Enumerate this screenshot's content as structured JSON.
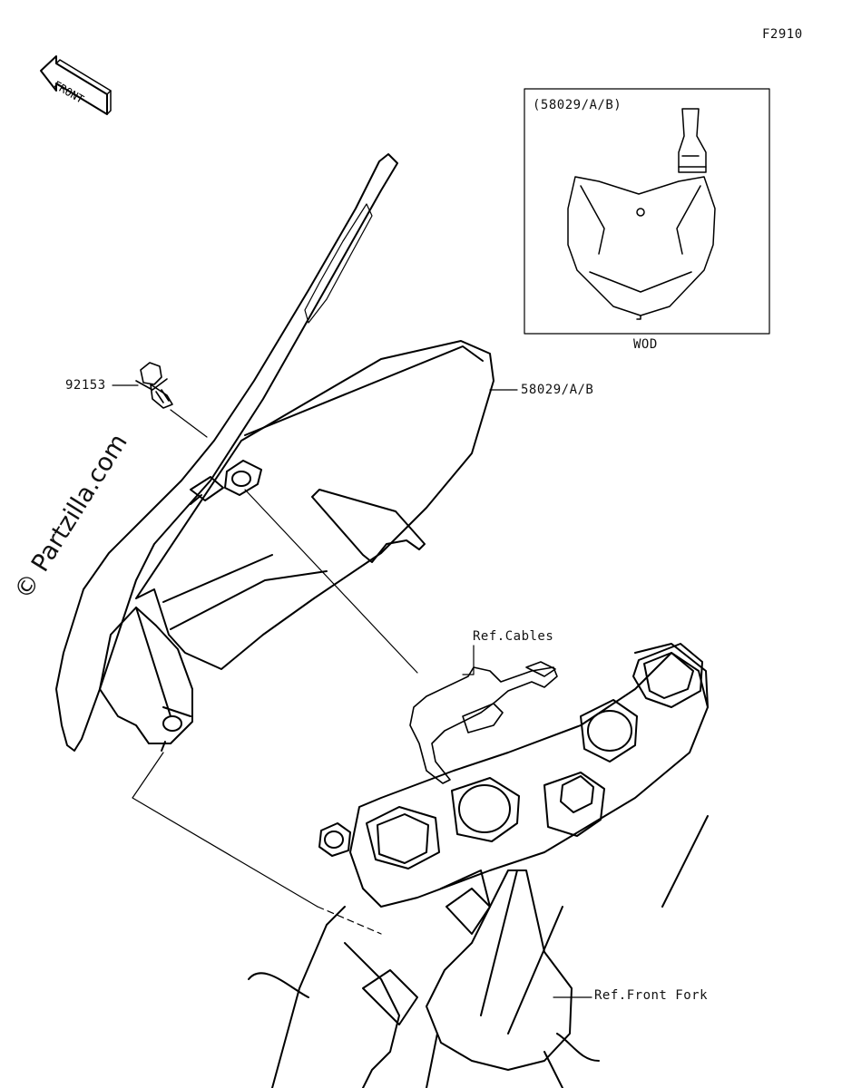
{
  "figure_code": "F2910",
  "front_arrow": {
    "text": "FRONT"
  },
  "watermark": "© Partzilla.com",
  "inset": {
    "caption_top": "(58029/A/B)",
    "caption_bottom": "WOD"
  },
  "callouts": {
    "bolt": "92153",
    "plate": "58029/A/B",
    "cables": "Ref.Cables",
    "fork": "Ref.Front Fork"
  }
}
